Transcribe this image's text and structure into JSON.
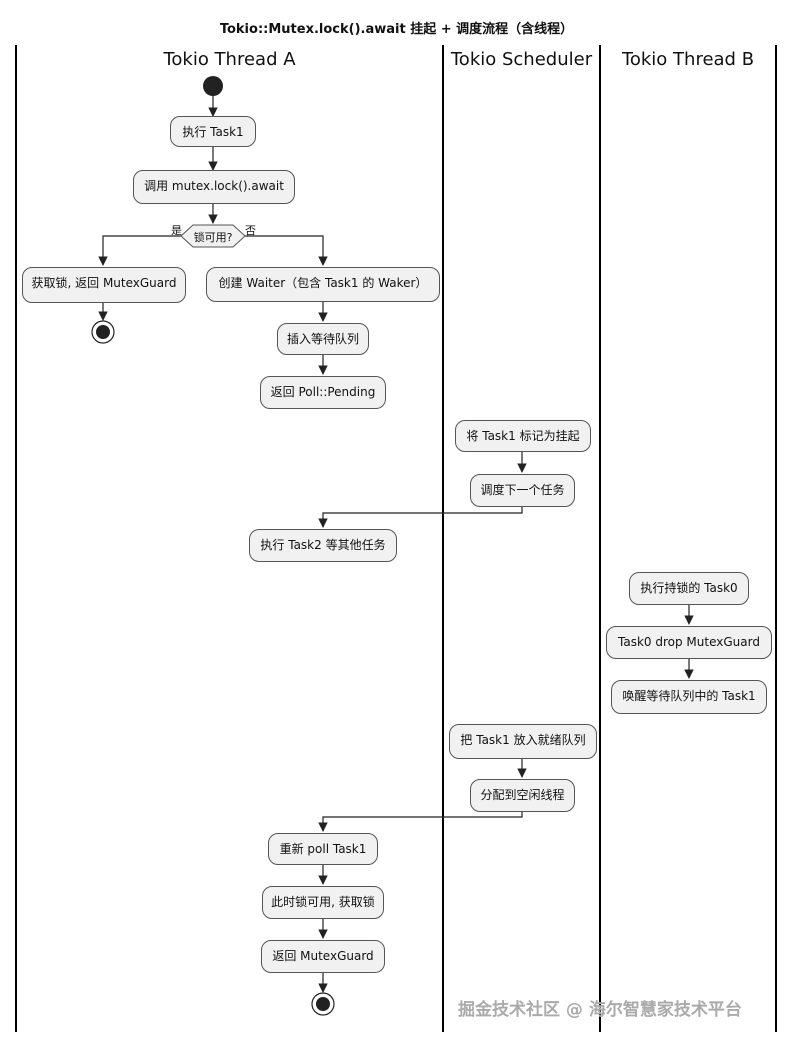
{
  "title": "Tokio::Mutex.lock().await 挂起 + 调度流程（含线程）",
  "lanes": [
    "Tokio Thread A",
    "Tokio Scheduler",
    "Tokio Thread B"
  ],
  "nodes": {
    "run_task1": "执行 Task1",
    "call_lock": "调用 mutex.lock().await",
    "decision": "锁可用?",
    "yes": "是",
    "no": "否",
    "get_lock": "获取锁, 返回 MutexGuard",
    "create_waiter": "创建 Waiter（包含 Task1 的 Waker）",
    "insert_queue": "插入等待队列",
    "return_pending": "返回 Poll::Pending",
    "mark_suspended": "将 Task1 标记为挂起",
    "schedule_next": "调度下一个任务",
    "run_task2": "执行 Task2 等其他任务",
    "run_task0": "执行持锁的 Task0",
    "drop_guard": "Task0 drop MutexGuard",
    "wake_task1": "唤醒等待队列中的 Task1",
    "put_ready": "把 Task1 放入就绪队列",
    "assign_thread": "分配到空闲线程",
    "repoll": "重新 poll Task1",
    "lock_available": "此时锁可用, 获取锁",
    "return_guard": "返回 MutexGuard"
  },
  "watermark": "掘金技术社区 @ 海尔智慧家技术平台"
}
